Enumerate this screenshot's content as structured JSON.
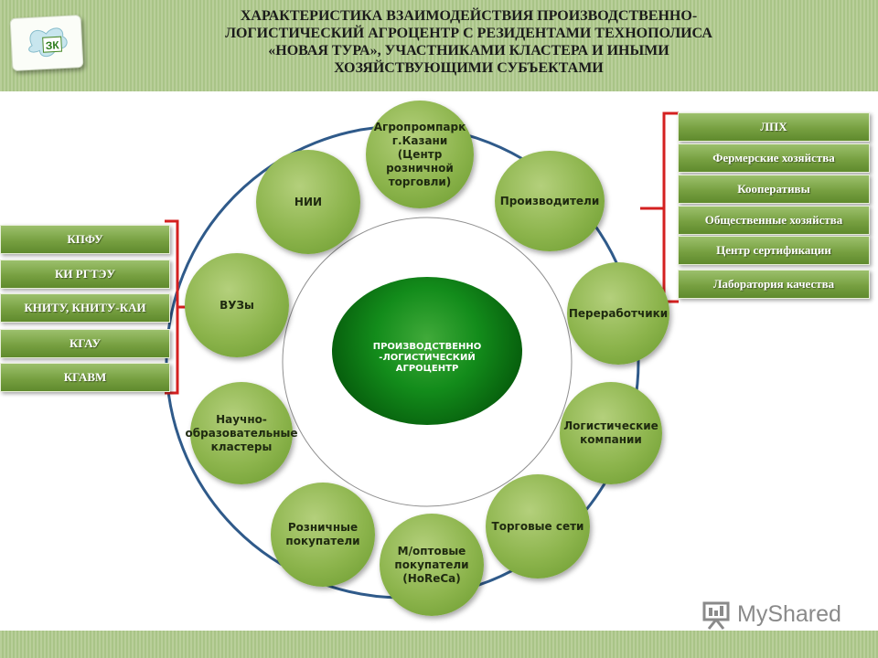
{
  "title": "ХАРАКТЕРИСТИКА ВЗАИМОДЕЙСТВИЯ ПРОИЗВОДСТВЕННО-\nЛОГИСТИЧЕСКИЙ АГРОЦЕНТР С РЕЗИДЕНТАМИ ТЕХНОПОЛИСА\n«НОВАЯ ТУРА», УЧАСТНИКАМИ КЛАСТЕРА И ИНЫМИ\nХОЗЯЙСТВУЮЩИМИ СУБЪЕКТАМИ",
  "center": "ПРОИЗВОДСТВЕННО\n-ЛОГИСТИЧЕСКИЙ\nАГРОЦЕНТР",
  "nodes": [
    "Агропромпарк\nг.Казани\n(Центр\nрозничной\nторговли)",
    "Производители",
    "Переработчики",
    "Логистические\nкомпании",
    "Торговые сети",
    "М/оптовые\nпокупатели\n(HoReCa)",
    "Розничные\nпокупатели",
    "Научно-\nобразовательные\nкластеры",
    "ВУЗы",
    "НИИ"
  ],
  "left_boxes": [
    "КПФУ",
    "КИ РГТЭУ",
    "КНИТУ, КНИТУ-КАИ",
    "КГАУ",
    "КГАВМ"
  ],
  "right_boxes": [
    "ЛПХ",
    "Фермерские хозяйства",
    "Кооперативы",
    "Общественные хозяйства",
    "Центр сертификации",
    "Лаборатория качества"
  ],
  "watermark": "MyShared",
  "logo_text": "ЗК",
  "colors": {
    "node_green": "#8cb44c",
    "center_green": "#0b7a15",
    "box_green": "#77a041",
    "bracket_red": "#d42020",
    "ring_blue": "#2f5a8a",
    "stripe_green": "#b2ca90"
  }
}
